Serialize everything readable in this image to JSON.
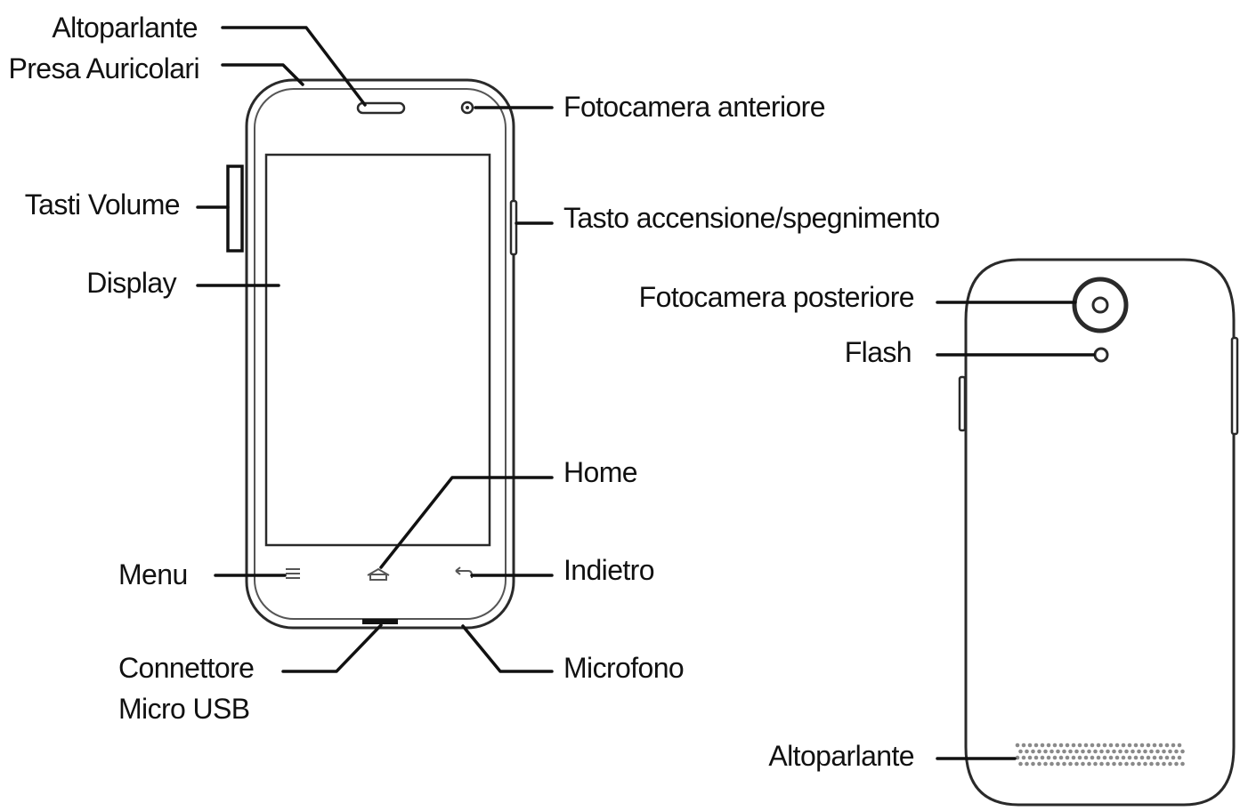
{
  "labels": {
    "front": {
      "speaker_top": "Altoparlante",
      "headphone_jack": "Presa Auricolari",
      "volume_keys": "Tasti Volume",
      "display": "Display",
      "menu": "Menu",
      "usb_line1": "Connettore",
      "usb_line2": "Micro USB",
      "front_camera": "Fotocamera anteriore",
      "power_key": "Tasto accensione/spegnimento",
      "home": "Home",
      "back": "Indietro",
      "microphone": "Microfono"
    },
    "rear": {
      "rear_camera": "Fotocamera posteriore",
      "flash": "Flash",
      "speaker_bottom": "Altoparlante"
    }
  },
  "colors": {
    "line": "#111111",
    "outline": "#2a2a2a",
    "speaker_grille": "#8a8a8a",
    "background": "#ffffff"
  },
  "icons": {
    "menu": "menu-lines-icon",
    "home": "home-icon",
    "back": "back-arrow-icon"
  }
}
